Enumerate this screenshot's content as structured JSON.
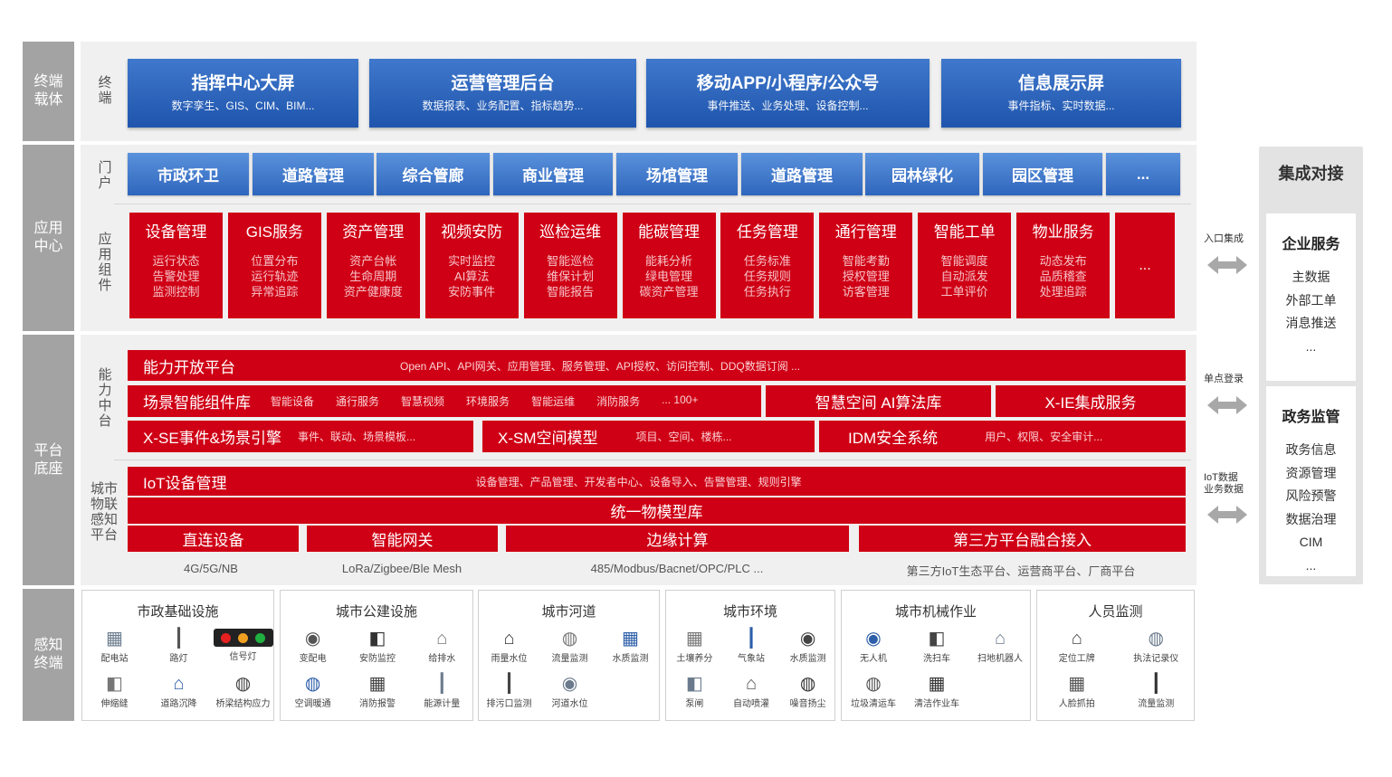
{
  "layers": {
    "terminal": "终端\n载体",
    "app": "应用\n中心",
    "platform": "平台\n底座",
    "sense": "感知\n终端"
  },
  "sub_labels": {
    "terminal": "终\n端",
    "portal": "门\n户",
    "component": "应\n用\n组\n件",
    "capability": "能\n力\n中\n台",
    "iot": "城市\n物联\n感知\n平台"
  },
  "terminals": [
    {
      "title": "指挥中心大屏",
      "sub": "数字孪生、GIS、CIM、BIM..."
    },
    {
      "title": "运营管理后台",
      "sub": "数据报表、业务配置、指标趋势..."
    },
    {
      "title": "移动APP/小程序/公众号",
      "sub": "事件推送、业务处理、设备控制..."
    },
    {
      "title": "信息展示屏",
      "sub": "事件指标、实时数据..."
    }
  ],
  "portals": [
    "市政环卫",
    "道路管理",
    "综合管廊",
    "商业管理",
    "场馆管理",
    "道路管理",
    "园林绿化",
    "园区管理",
    "..."
  ],
  "components": [
    {
      "title": "设备管理",
      "items": [
        "运行状态",
        "告警处理",
        "监测控制"
      ]
    },
    {
      "title": "GIS服务",
      "items": [
        "位置分布",
        "运行轨迹",
        "异常追踪"
      ]
    },
    {
      "title": "资产管理",
      "items": [
        "资产台帐",
        "生命周期",
        "资产健康度"
      ]
    },
    {
      "title": "视频安防",
      "items": [
        "实时监控",
        "AI算法",
        "安防事件"
      ]
    },
    {
      "title": "巡检运维",
      "items": [
        "智能巡检",
        "维保计划",
        "智能报告"
      ]
    },
    {
      "title": "能碳管理",
      "items": [
        "能耗分析",
        "绿电管理",
        "碳资产管理"
      ]
    },
    {
      "title": "任务管理",
      "items": [
        "任务标准",
        "任务规则",
        "任务执行"
      ]
    },
    {
      "title": "通行管理",
      "items": [
        "智能考勤",
        "授权管理",
        "访客管理"
      ]
    },
    {
      "title": "智能工单",
      "items": [
        "智能调度",
        "自动派发",
        "工单评价"
      ]
    },
    {
      "title": "物业服务",
      "items": [
        "动态发布",
        "品质稽查",
        "处理追踪"
      ]
    },
    {
      "title": "",
      "items": [
        "..."
      ]
    }
  ],
  "capability": {
    "open": {
      "title": "能力开放平台",
      "desc": "Open API、API网关、应用管理、服务管理、API授权、访问控制、DDQ数据订阅 ..."
    },
    "scene": {
      "title": "场景智能组件库",
      "items": [
        "智能设备",
        "通行服务",
        "智慧视频",
        "环境服务",
        "智能运维",
        "消防服务",
        "... 100+"
      ]
    },
    "ai": "智慧空间 AI算法库",
    "xie": "X-IE集成服务",
    "xse": {
      "title": "X-SE事件&场景引擎",
      "desc": "事件、联动、场景模板..."
    },
    "xsm": {
      "title": "X-SM空间模型",
      "desc": "项目、空间、楼栋..."
    },
    "idm": {
      "title": "IDM安全系统",
      "desc": "用户、权限、安全审计..."
    }
  },
  "iot": {
    "mgmt": {
      "title": "IoT设备管理",
      "desc": "设备管理、产品管理、开发者中心、设备导入、告警管理、规则引擎"
    },
    "model": "统一物模型库",
    "access": [
      "直连设备",
      "智能网关",
      "边缘计算",
      "第三方平台融合接入"
    ],
    "protocols": [
      "4G/5G/NB",
      "LoRa/Zigbee/Ble Mesh",
      "485/Modbus/Bacnet/OPC/PLC ...",
      "第三方IoT生态平台、运营商平台、厂商平台"
    ]
  },
  "sensing": [
    {
      "title": "市政基础设施",
      "devices": [
        "配电站",
        "路灯",
        "信号灯",
        "伸缩缝",
        "道路沉降",
        "桥梁结构应力"
      ]
    },
    {
      "title": "城市公建设施",
      "devices": [
        "变配电",
        "安防监控",
        "给排水",
        "空调暖通",
        "消防报警",
        "能源计量"
      ]
    },
    {
      "title": "城市河道",
      "devices": [
        "雨量水位",
        "流量监测",
        "水质监测",
        "排污口监测",
        "河道水位"
      ]
    },
    {
      "title": "城市环境",
      "devices": [
        "土壤养分",
        "气象站",
        "水质监测",
        "泵闸",
        "自动喷灌",
        "噪音扬尘"
      ]
    },
    {
      "title": "城市机械作业",
      "devices": [
        "无人机",
        "洗扫车",
        "扫地机器人",
        "垃圾清运车",
        "清洁作业车"
      ]
    },
    {
      "title": "人员监测",
      "devices": [
        "定位工牌",
        "执法记录仪",
        "人脸抓拍",
        "流量监测"
      ]
    }
  ],
  "integration": {
    "title": "集成对接",
    "arrows": [
      {
        "label": "入口集成"
      },
      {
        "label": "单点登录"
      },
      {
        "label": "IoT数据\n业务数据"
      }
    ],
    "enterprise": {
      "title": "企业服务",
      "items": [
        "主数据",
        "外部工单",
        "消息推送",
        "..."
      ]
    },
    "gov": {
      "title": "政务监管",
      "items": [
        "政务信息",
        "资源管理",
        "风险预警",
        "数据治理",
        "CIM",
        "..."
      ]
    }
  },
  "colors": {
    "red": "#cf0015",
    "blue": "#2a62bd",
    "gray": "#a3a3a3"
  }
}
